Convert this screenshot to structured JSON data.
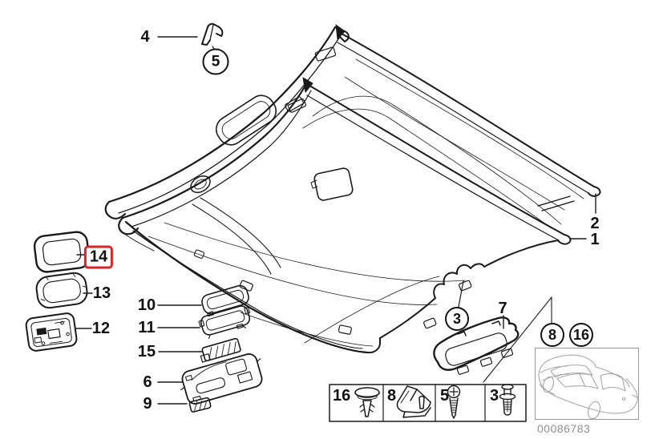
{
  "diagram": {
    "title": "headliner-parts-diagram",
    "callouts": {
      "n1": "1",
      "n2": "2",
      "n3": "3",
      "n4": "4",
      "n5": "5",
      "n6": "6",
      "n7": "7",
      "n8": "8",
      "n9": "9",
      "n10": "10",
      "n11": "11",
      "n12": "12",
      "n13": "13",
      "n14": "14",
      "n15": "15",
      "n16": "16"
    },
    "highlighted_callout": "14",
    "legend": {
      "cells": [
        {
          "label": "16",
          "icon": "plastic-rivet-icon"
        },
        {
          "label": "8",
          "icon": "spring-clip-icon"
        },
        {
          "label": "5",
          "icon": "screw-icon"
        },
        {
          "label": "3",
          "icon": "expanding-rivet-icon"
        }
      ]
    },
    "image_number": "00086783",
    "colors": {
      "line": "#1a1a1a",
      "highlight_red": "#d92525",
      "muted_gray": "#8f8f8f"
    }
  }
}
